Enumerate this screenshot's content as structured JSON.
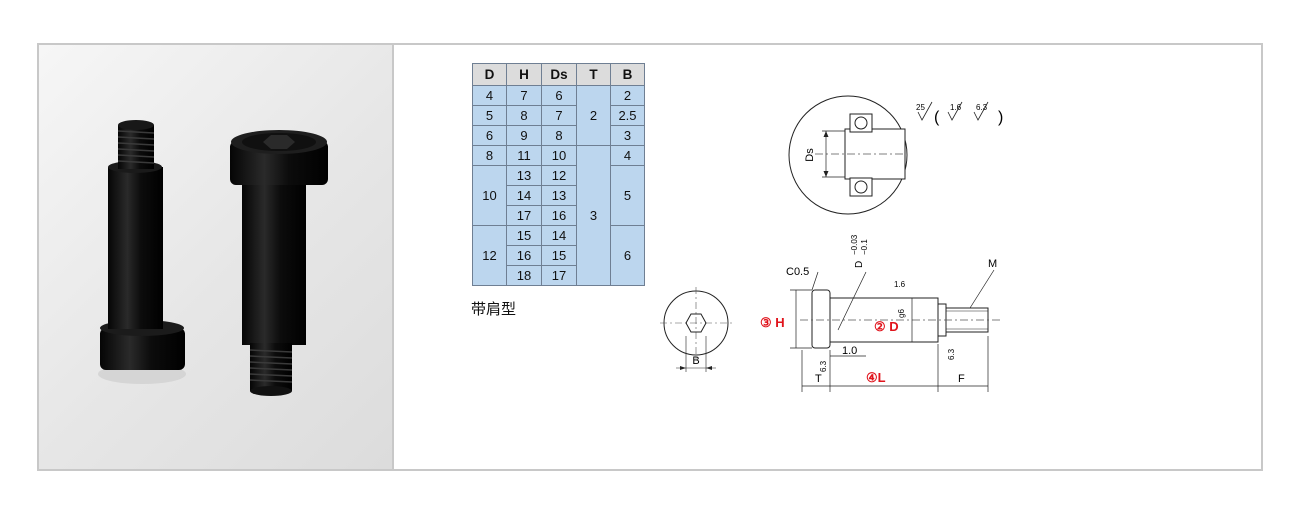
{
  "table": {
    "headers": [
      "D",
      "H",
      "Ds",
      "T",
      "B"
    ],
    "rows": [
      [
        "4",
        "7",
        "6",
        "2",
        "2"
      ],
      [
        "5",
        "8",
        "7",
        "",
        "2.5"
      ],
      [
        "6",
        "9",
        "8",
        "",
        "3"
      ],
      [
        "8",
        "11",
        "10",
        "3",
        "4"
      ],
      [
        "10",
        "13",
        "12",
        "",
        "5"
      ],
      [
        "",
        "14",
        "13",
        "",
        ""
      ],
      [
        "",
        "17",
        "16",
        "",
        ""
      ],
      [
        "12",
        "15",
        "14",
        "",
        "6"
      ],
      [
        "",
        "16",
        "15",
        "",
        ""
      ],
      [
        "",
        "18",
        "17",
        "",
        ""
      ]
    ]
  },
  "caption": "带肩型",
  "detail_view": {
    "ds_label": "Ds",
    "roughness": [
      "25",
      "(",
      "1.6",
      "6.3",
      ")"
    ]
  },
  "end_view": {
    "b_label": "B"
  },
  "side_view": {
    "chamfer": "C0.5",
    "tol_upper": "−0.03",
    "tol_lower": "−0.1",
    "d_small": "D",
    "rough_top": "1.6",
    "m_label": "M",
    "h_label": "③ H",
    "d_label": "② D",
    "g6": "g6",
    "dim_1_0": "1.0",
    "rough_left": "6.3",
    "rough_right": "6.3",
    "t_label": "T",
    "l_label": "④L",
    "f_label": "F"
  },
  "colors": {
    "table_cell": "#bcd6ee",
    "table_header": "#dcdcdc",
    "callout": "#e0141c"
  }
}
